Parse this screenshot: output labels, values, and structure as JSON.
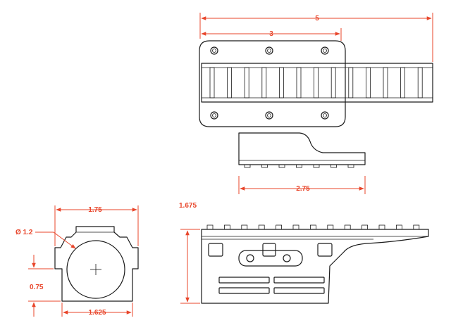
{
  "colors": {
    "dimension": "#e8452a",
    "outline": "#1a1a1a",
    "background": "#ffffff"
  },
  "dimensions": {
    "top_overall_length": "5",
    "top_base_length": "3",
    "side_rail_length": "2.75",
    "front_width_top": "1.75",
    "ring_diameter": "Ø 1.2",
    "front_height": "0.75",
    "front_width_bottom": "1.625",
    "side_height": "1.675"
  }
}
